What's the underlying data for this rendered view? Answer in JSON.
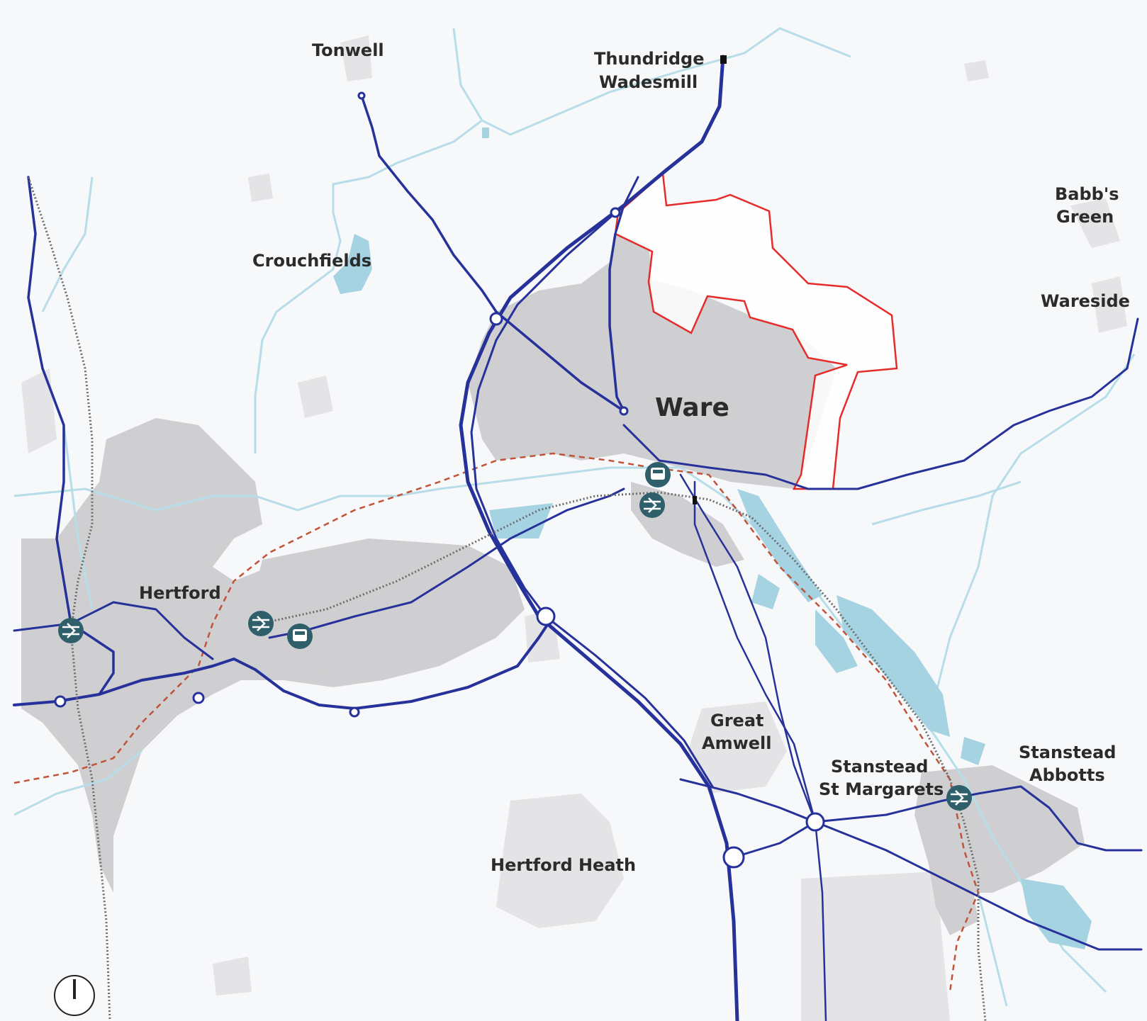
{
  "colors": {
    "background": "#f7f8f9",
    "urban": "#cfcfd1",
    "urban_light": "#e4e4e6",
    "water_line": "#b7dde8",
    "water_area": "#a6d3e2",
    "road": "#26319a",
    "site_boundary": "#e62b2b",
    "dashed_boundary": "#c0533a",
    "rail": "#6b6b6b",
    "station_icon": "#2e5f6b"
  },
  "labels": {
    "tonwell": "Tonwell",
    "thundridge": "Thundridge",
    "wadesmill": "Wadesmill",
    "babbs": "Babb's",
    "green": "Green",
    "crouchfields": "Crouchfields",
    "wareside": "Wareside",
    "ware": "Ware",
    "hertford": "Hertford",
    "great": "Great",
    "amwell": "Amwell",
    "stanstead1": "Stanstead",
    "st_margarets": "St Margarets",
    "stanstead2": "Stanstead",
    "abbotts": "Abbotts",
    "hertford_heath": "Hertford Heath"
  },
  "icons": {
    "rail_station": "national-rail-icon",
    "bus_station": "bus-icon",
    "north_arrow": "north-arrow-icon"
  }
}
